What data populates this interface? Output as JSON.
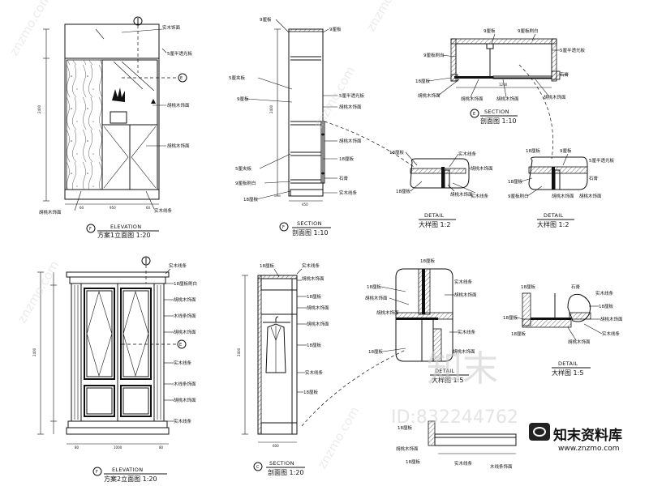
{
  "drawings": {
    "top_left": {
      "title": "ELEVATION",
      "subtitle": "方案1立面图  1:20",
      "marker": "E"
    },
    "top_mid": {
      "title": "SECTION",
      "subtitle": "剖面图  1:10",
      "marker": "F"
    },
    "top_right": {
      "title": "SECTION",
      "subtitle": "剖面图  1:10",
      "marker": "E"
    },
    "top_detail_a": {
      "title": "DETAIL",
      "subtitle": "大样图  1:2"
    },
    "top_detail_b": {
      "title": "DETAIL",
      "subtitle": "大样图  1:2"
    },
    "bot_left": {
      "title": "ELEVATION",
      "subtitle": "方案2立面图  1:20",
      "marker": "E"
    },
    "bot_mid": {
      "title": "SECTION",
      "subtitle": "剖面图  1:20",
      "marker": "C"
    },
    "bot_right_detail": {
      "title": "DETAIL",
      "subtitle": "大样图  1:5"
    },
    "bot_mid_detail": {
      "title": "DETAIL",
      "subtitle": "大样图  1:5"
    }
  },
  "markers": {
    "a": "E",
    "b": "E",
    "c": "E"
  },
  "notes": {
    "n1": "9厘板",
    "n2": "5厘夹板",
    "n3": "5厘半透光板",
    "n4": "18厘板",
    "n5": "胡桃木饰面",
    "n6": "实木线条",
    "n7": "9厘板刷白",
    "n8": "18厘板刷白",
    "n9": "石膏",
    "n10": "木线条饰面",
    "n11": "实木饰面"
  },
  "watermark": {
    "brand_cn": "知末",
    "id_text": "ID:832244762",
    "logo_text": "知末资料库",
    "url": "www.znzmo.com",
    "diag": "znzmo.com"
  }
}
